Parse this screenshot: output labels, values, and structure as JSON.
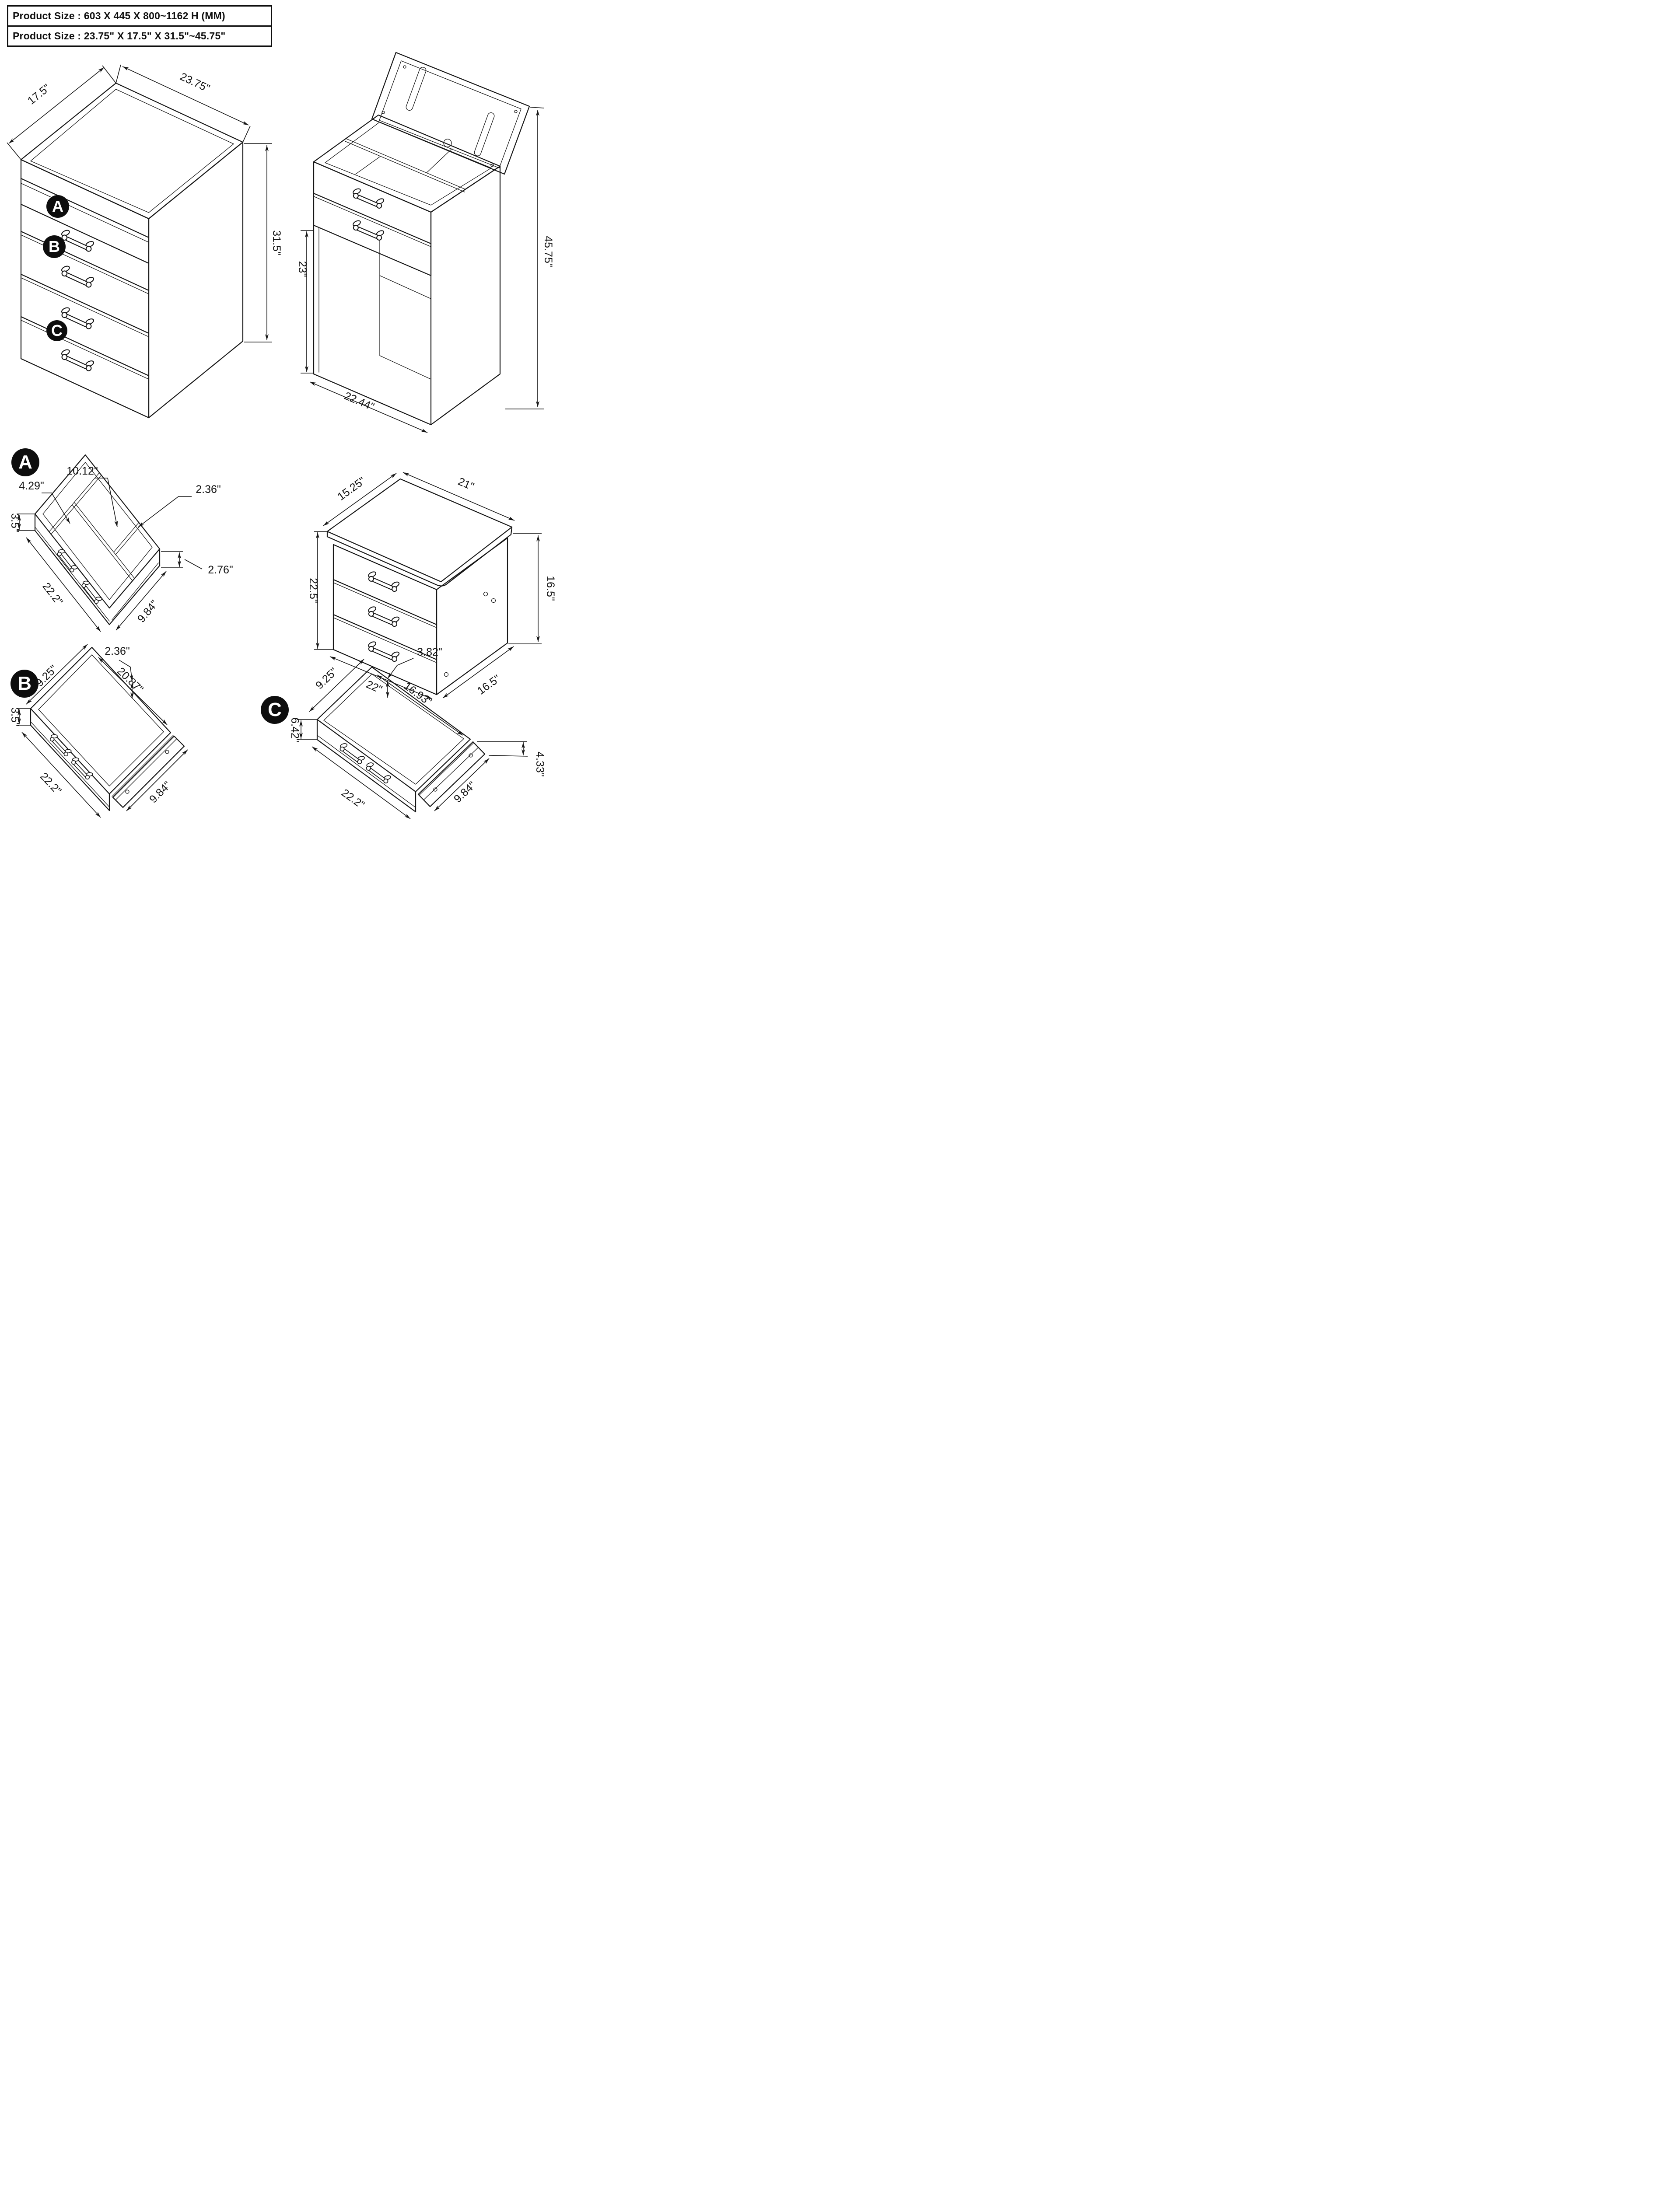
{
  "header": {
    "size_mm": "Product Size : 603 X 445 X 800~1162 H (MM)",
    "size_in": "Product Size : 23.75\" X 17.5\" X 31.5\"~45.75\""
  },
  "closed_view": {
    "marker_a": "A",
    "marker_b": "B",
    "marker_c": "C",
    "dim_depth": "17.5\"",
    "dim_width": "23.75\"",
    "dim_height": "31.5\""
  },
  "open_view": {
    "dim_total_height": "45.75\"",
    "dim_knee_height": "23\"",
    "dim_bottom_width": "22.44\""
  },
  "detail_a": {
    "marker": "A",
    "dim_mid_section": "10.12\"",
    "dim_left_section": "4.29\"",
    "dim_divider_height": "2.36\"",
    "dim_wall_height": "3.5\"",
    "dim_front_height": "2.76\"",
    "dim_length": "22.2\"",
    "dim_depth": "9.84\""
  },
  "lower_cabinet_view": {
    "dim_top_depth": "15.25\"",
    "dim_top_width": "21\"",
    "dim_front_height": "22.5\"",
    "dim_side_height": "16.5\"",
    "dim_bottom_width": "22\"",
    "dim_bottom_depth": "16.5\""
  },
  "detail_b": {
    "marker": "B",
    "dim_divider_height": "2.36\"",
    "dim_end_width": "9.25\"",
    "dim_inner_length": "20.87\"",
    "dim_wall_height": "3.5\"",
    "dim_length": "22.2\"",
    "dim_depth": "9.84\""
  },
  "detail_c": {
    "marker": "C",
    "dim_divider_height": "3.82\"",
    "dim_end_width": "9.25\"",
    "dim_inner_length": "16.93\"",
    "dim_wall_height": "6.42\"",
    "dim_front_height": "4.33\"",
    "dim_length": "22.2\"",
    "dim_depth": "9.84\""
  }
}
